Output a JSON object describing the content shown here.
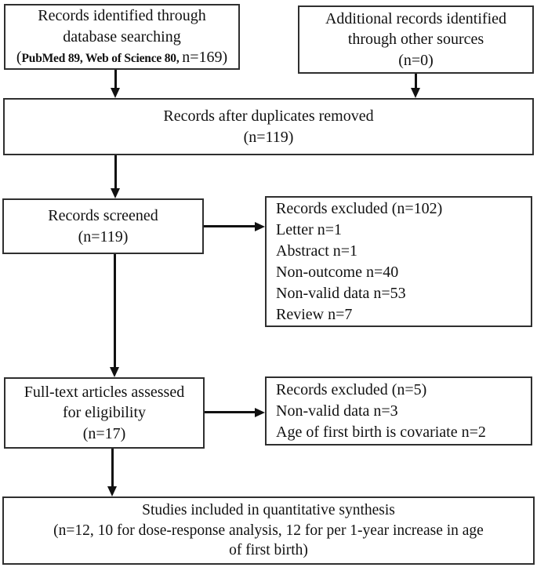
{
  "diagram": {
    "title": "PRISMA study selection flow diagram",
    "colors": {
      "background": "#ffffff",
      "box_border": "#2f2f2f",
      "text": "#111111",
      "arrow": "#111111"
    },
    "boxes": {
      "identification_db": {
        "line1": "Records identified through",
        "line2": "database searching",
        "line3_open": "(",
        "line3_sources": "PubMed 89, Web of Science 80, ",
        "line3_n": "n=169)"
      },
      "identification_other": {
        "line1": "Additional records identified",
        "line2": "through other sources",
        "line3": "(n=0)"
      },
      "duplicates_removed": {
        "line1": "Records after duplicates removed",
        "line2": "(n=119)"
      },
      "screened": {
        "line1": "Records screened",
        "line2": "(n=119)"
      },
      "excluded_screening": {
        "title": "Records excluded (n=102)",
        "reasons": [
          "Letter n=1",
          "Abstract n=1",
          "Non-outcome n=40",
          "Non-valid data n=53",
          "Review n=7"
        ]
      },
      "fulltext": {
        "line1": "Full-text articles assessed",
        "line2": "for eligibility",
        "line3": "(n=17)"
      },
      "excluded_fulltext": {
        "title": "Records excluded (n=5)",
        "reasons": [
          "Non-valid data n=3",
          "Age of first birth is covariate n=2"
        ]
      },
      "included": {
        "line1": "Studies included in quantitative synthesis",
        "line2": "(n=12, 10 for dose-response analysis, 12 for per 1-year increase in age",
        "line3": "of first birth)"
      }
    }
  }
}
